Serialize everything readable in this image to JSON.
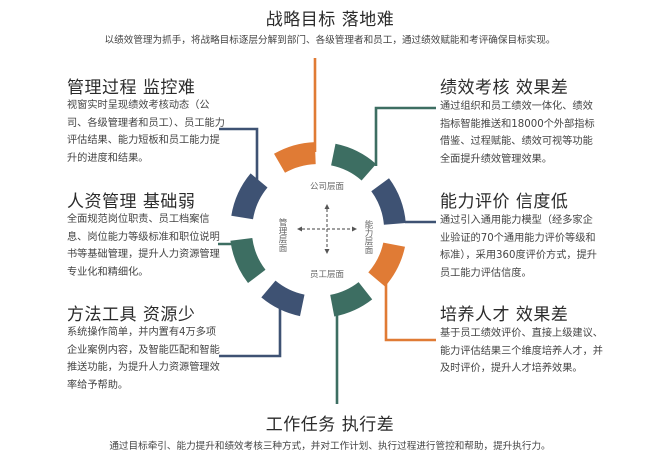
{
  "top": {
    "title": "战略目标 落地难",
    "desc": "以绩效管理为抓手，将战略目标逐层分解到部门、各级管理者和员工，通过绩效赋能和考评确保目标实现。"
  },
  "left": [
    {
      "title": "管理过程 监控难",
      "desc": "视窗实时呈现绩效考核动态（公司、各级管理者和员工）、员工能力评估结果、能力短板和员工能力提升的进度和结果。"
    },
    {
      "title": "人资管理 基础弱",
      "desc": "全面规范岗位职责、员工档案信息、岗位能力等级标准和职位说明书等基础管理，提升人力资源管理专业化和精细化。"
    },
    {
      "title": "方法工具 资源少",
      "desc": "系统操作简单，并内置有4万多项企业案例内容，及智能匹配和智能推送功能，为提升人力资源管理效率给予帮助。"
    }
  ],
  "right": [
    {
      "title": "绩效考核 效果差",
      "desc": "通过组织和员工绩效一体化、绩效指标智能推送和18000个外部指标借鉴、过程赋能、绩效可视等功能全面提升绩效管理效果。"
    },
    {
      "title": "能力评价 信度低",
      "desc": "通过引入通用能力模型（经多家企业验证的70个通用能力评价等级和标准），采用360度评价方式，提升员工能力评估信度。"
    },
    {
      "title": "培养人才 效果差",
      "desc": "基于员工绩效评价、直接上级建议、能力评估结果三个维度培养人才，并及时评价，提升人才培养效果。"
    }
  ],
  "bottom": {
    "title": "工作任务 执行差",
    "desc": "通过目标牵引、能力提升和绩效考核三种方式，并对工作计划、执行过程进行管控和帮助，提升执行力。"
  },
  "ring": {
    "labels": {
      "top": "公司层面",
      "bottom": "员工层面",
      "left": "管理层面",
      "right": "能力层面"
    },
    "colors": {
      "orange": "#e07b35",
      "green": "#3d6e62",
      "navy": "#3e5273"
    }
  }
}
